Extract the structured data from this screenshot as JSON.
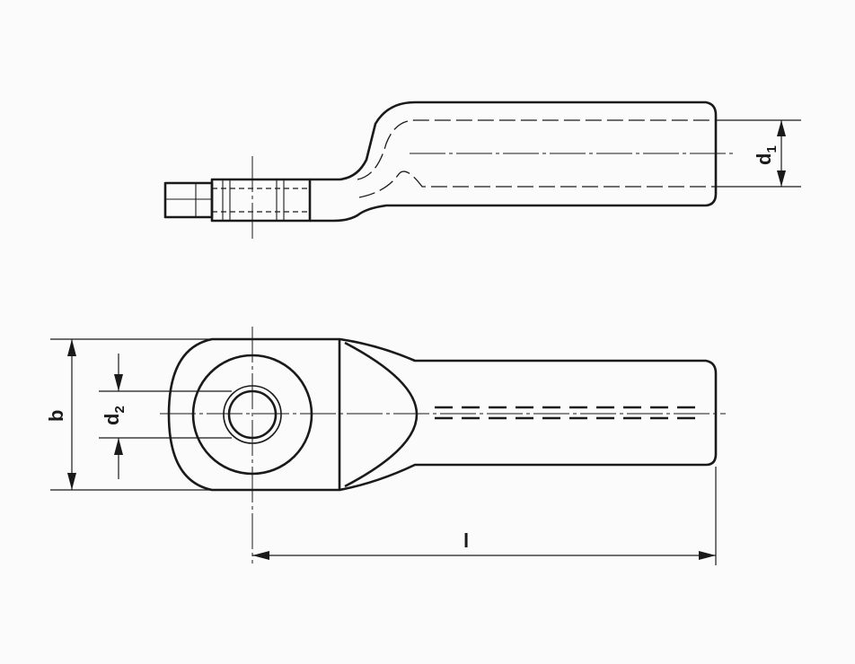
{
  "labels": {
    "d1_main": "d",
    "d1_sub": "1",
    "d2_main": "d",
    "d2_sub": "2",
    "b": "b",
    "l": "l"
  }
}
